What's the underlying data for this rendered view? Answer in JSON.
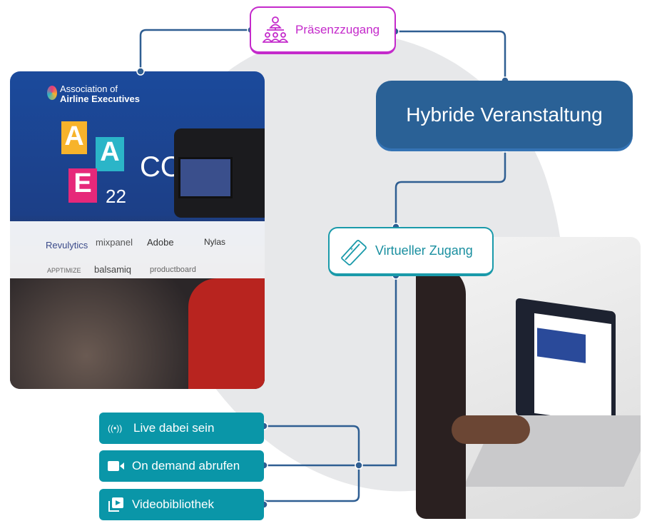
{
  "colors": {
    "magenta": "#c42acb",
    "navy": "#2a6196",
    "teal": "#0a96a8",
    "connector": "#2f5e92",
    "blob": "#e7e8ea"
  },
  "nodes": {
    "praesenz": {
      "label": "Präsenzzugang",
      "icon": "people-hierarchy-icon"
    },
    "hybrid": {
      "label": "Hybride Veranstaltung"
    },
    "virtuell": {
      "label": "Virtueller Zugang",
      "icon": "ticket-icon"
    }
  },
  "options": [
    {
      "label": "Live dabei sein",
      "icon": "broadcast-icon"
    },
    {
      "label": "On demand abrufen",
      "icon": "video-camera-icon"
    },
    {
      "label": "Videobibliothek",
      "icon": "video-library-icon"
    }
  ],
  "photo_left": {
    "logo_line1": "Association of",
    "logo_line2": "Airline Executives",
    "letters": [
      "A",
      "A",
      "E"
    ],
    "year": "22",
    "sign": "CONF",
    "sponsors": [
      "Revulytics",
      "mixpanel",
      "Adobe",
      "Nylas",
      "APPTIMIZE",
      "balsamiq",
      "productboard"
    ]
  }
}
